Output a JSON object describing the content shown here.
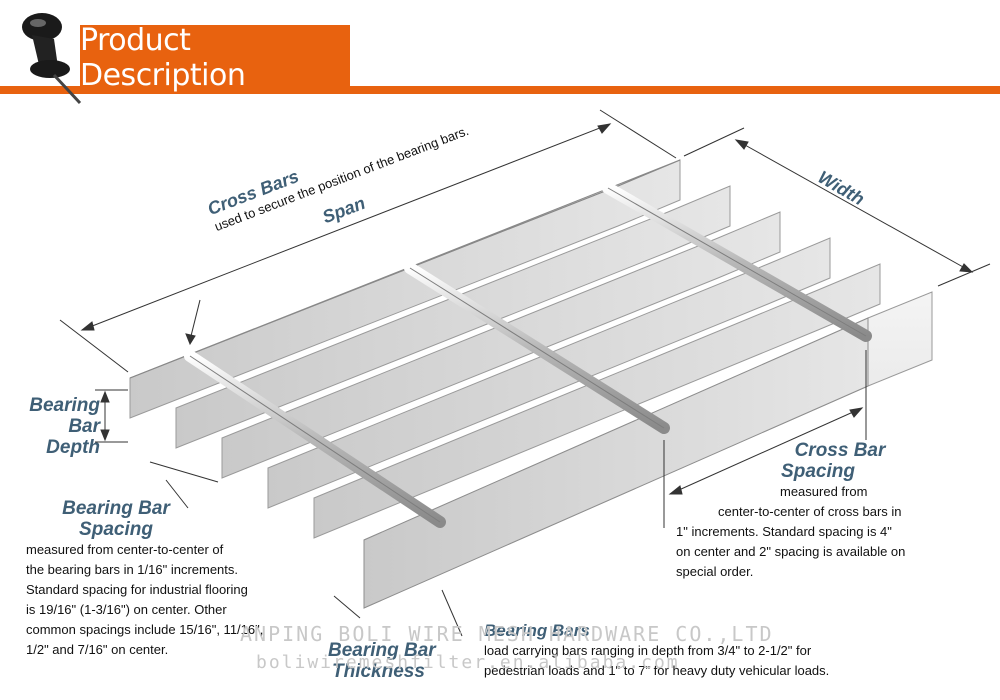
{
  "header": {
    "title": "Product Description",
    "accent_color": "#e8620f",
    "icon": "pushpin-icon"
  },
  "diagram": {
    "span_label": "Span",
    "width_label": "Width",
    "cross_bars": {
      "label": "Cross Bars",
      "desc": "used to secure the position of the bearing bars."
    },
    "bearing_bar_depth": {
      "line1": "Bearing",
      "line2": "Bar",
      "line3": "Depth"
    },
    "bearing_bar_spacing": {
      "line1": "Bearing Bar",
      "line2": "Spacing",
      "desc_lines": [
        "measured from center-to-center of",
        "the bearing bars in 1/16\" increments.",
        "Standard spacing for industrial flooring",
        "is 19/16\" (1-3/16\") on center.  Other",
        "common spacings include 15/16\", 11/16\",",
        "1/2\" and 7/16\" on center."
      ]
    },
    "cross_bar_spacing": {
      "line1": "Cross Bar",
      "line2": "Spacing",
      "desc_lines": [
        "measured from",
        "center-to-center of cross bars in",
        "1\" increments. Standard spacing is 4\"",
        "on center and 2\" spacing is available on",
        "special order."
      ]
    },
    "bearing_bar_thickness": {
      "line1": "Bearing Bar",
      "line2": "Thickness"
    },
    "bearing_bars": {
      "label": "Bearing Bars",
      "desc_lines": [
        "load carrying bars ranging in depth from 3/4\" to 2-1/2\" for",
        "pedestrian loads and 1\" to 7\" for heavy duty vehicular loads."
      ]
    }
  },
  "watermark": {
    "line1": "ANPING BOLI WIRE MESH HARDWARE CO.,LTD",
    "line2": "boliwiremeshfilter.en.alibaba.com"
  }
}
